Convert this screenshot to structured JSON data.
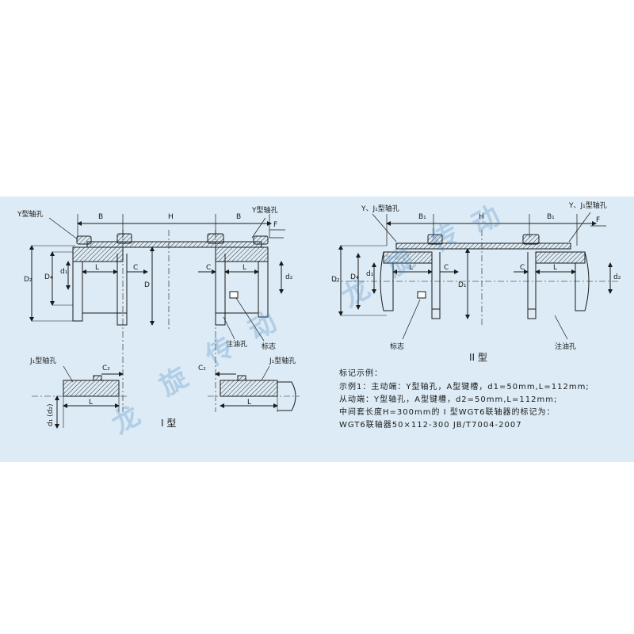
{
  "labels": {
    "y_bore_left": "Y型轴孔",
    "y_bore_right": "Y型轴孔",
    "j1_bore_left": "J₁型轴孔",
    "j1_bore_right": "J₁型轴孔",
    "yj1_bore_left": "Y、J₁型轴孔",
    "yj1_bore_right": "Y、J₁型轴孔",
    "oil_hole_1": "注油孔",
    "mark_1": "标志",
    "mark_2": "标志",
    "oil_hole_2": "注油孔",
    "type1": "I 型",
    "type2": "II 型"
  },
  "dims": {
    "B": "B",
    "H": "H",
    "F": "F",
    "D2": "D₂",
    "D4": "D₄",
    "d1": "d₁",
    "L": "L",
    "C": "C",
    "D": "D",
    "d2": "d₂",
    "C2": "C₂",
    "d1d2": "d₁ (d₂)",
    "B1": "B₁",
    "D1": "D₁"
  },
  "watermark": [
    "龙",
    "旋",
    "传",
    "动"
  ],
  "notes": {
    "title": "标记示例：",
    "line1": "示例1：主动端：Y型轴孔，A型键槽，d1=50mm,L=112mm;",
    "line2": "从动端：Y型轴孔，A型键槽，d2=50mm,L=112mm;",
    "line3": "中间套长度H=300mm的 I 型WGT6联轴器的标记为：",
    "line4": "WGT6联轴器50×112-300  JB/T7004-2007"
  },
  "colors": {
    "panel": "#dcebf5",
    "line": "#1a1a1a",
    "watermark": "#4a86c0"
  }
}
